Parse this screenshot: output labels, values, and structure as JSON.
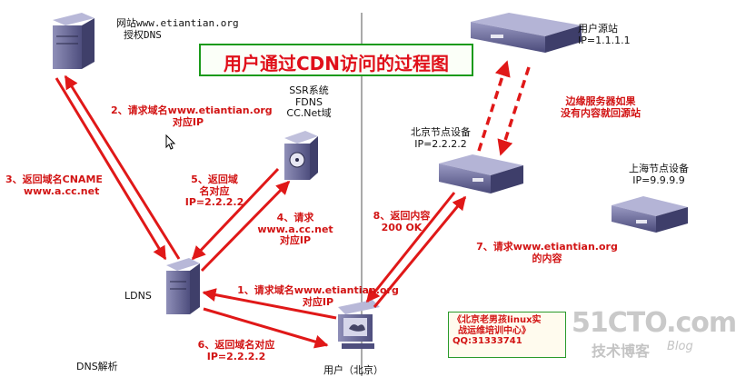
{
  "title": "用户通过CDN访问的过程图",
  "nodes": {
    "website_dns": {
      "line1": "网站www.etiantian.org",
      "line2": "授权DNS"
    },
    "ssr": {
      "line1": "SSR系统",
      "line2": "FDNS",
      "line3": "CC.Net域"
    },
    "ldns": "LDNS",
    "origin": {
      "line1": "用户源站",
      "line2": "IP=1.1.1.1"
    },
    "beijing_node": {
      "line1": "北京节点设备",
      "line2": "IP=2.2.2.2"
    },
    "shanghai_node": {
      "line1": "上海节点设备",
      "line2": "IP=9.9.9.9"
    },
    "user": "用户（北京）"
  },
  "steps": {
    "s1": {
      "line1": "1、请求域名www.etiantian.org",
      "line2": "对应IP"
    },
    "s2": {
      "line1": "2、请求域名www.etiantian.org",
      "line2": "对应IP"
    },
    "s3": {
      "line1": "3、返回域名CNAME",
      "line2": "www.a.cc.net"
    },
    "s4": {
      "line1": "4、请求",
      "line2": "www.a.cc.net",
      "line3": "对应IP"
    },
    "s5": {
      "line1": "5、返回域",
      "line2": "名对应",
      "line3": "IP=2.2.2.2"
    },
    "s6": {
      "line1": "6、返回域名对应",
      "line2": "IP=2.2.2.2"
    },
    "s7": {
      "line1": "7、请求www.etiantian.org",
      "line2": "的内容"
    },
    "s8": {
      "line1": "8、返回内容",
      "line2": "200 OK"
    }
  },
  "edge_note": {
    "line1": "边缘服务器如果",
    "line2": "没有内容就回源站"
  },
  "promo": {
    "line1": "《北京老男孩linux实",
    "line2": "战运维培训中心》",
    "line3": "QQ:31333741"
  },
  "dns_section_label": "DNS解析",
  "watermark": {
    "main": "51CTO.com",
    "sub": "技术博客",
    "blog": "Blog"
  },
  "colors": {
    "arrow": "#e01818",
    "title_border": "#1a9a1a",
    "device": "#5a5a8a"
  }
}
